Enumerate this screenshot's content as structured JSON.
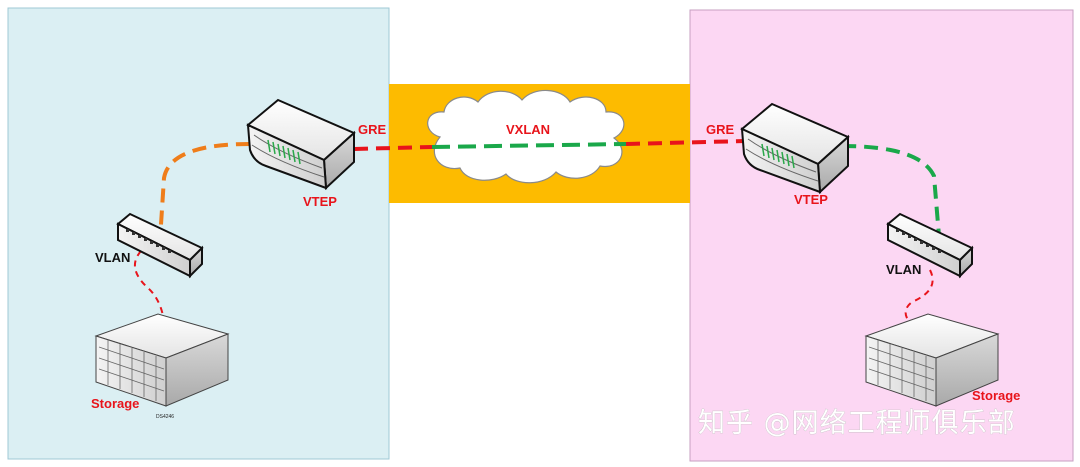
{
  "labels": {
    "gre_left": "GRE",
    "gre_right": "GRE",
    "vxlan": "VXLAN",
    "vtep_left": "VTEP",
    "vtep_right": "VTEP",
    "vlan_left": "VLAN",
    "vlan_right": "VLAN",
    "storage_left": "Storage",
    "storage_right": "Storage",
    "storage_model": "DS4246"
  },
  "watermark": "知乎 @网络工程师俱乐部",
  "colors": {
    "left_site_bg": "#dbeff3",
    "left_site_border": "#9fc9d6",
    "right_site_bg": "#fcd7f3",
    "right_site_border": "#c79fc2",
    "tunnel_band": "#fdbb00",
    "gre_line": "#e8141b",
    "vxlan_line": "#1aa84a",
    "left_access_line": "#ef7d1a",
    "right_access_line": "#1aa84a",
    "storage_link": "#e8141b",
    "label_red": "#e8141b",
    "label_black": "#111111"
  }
}
